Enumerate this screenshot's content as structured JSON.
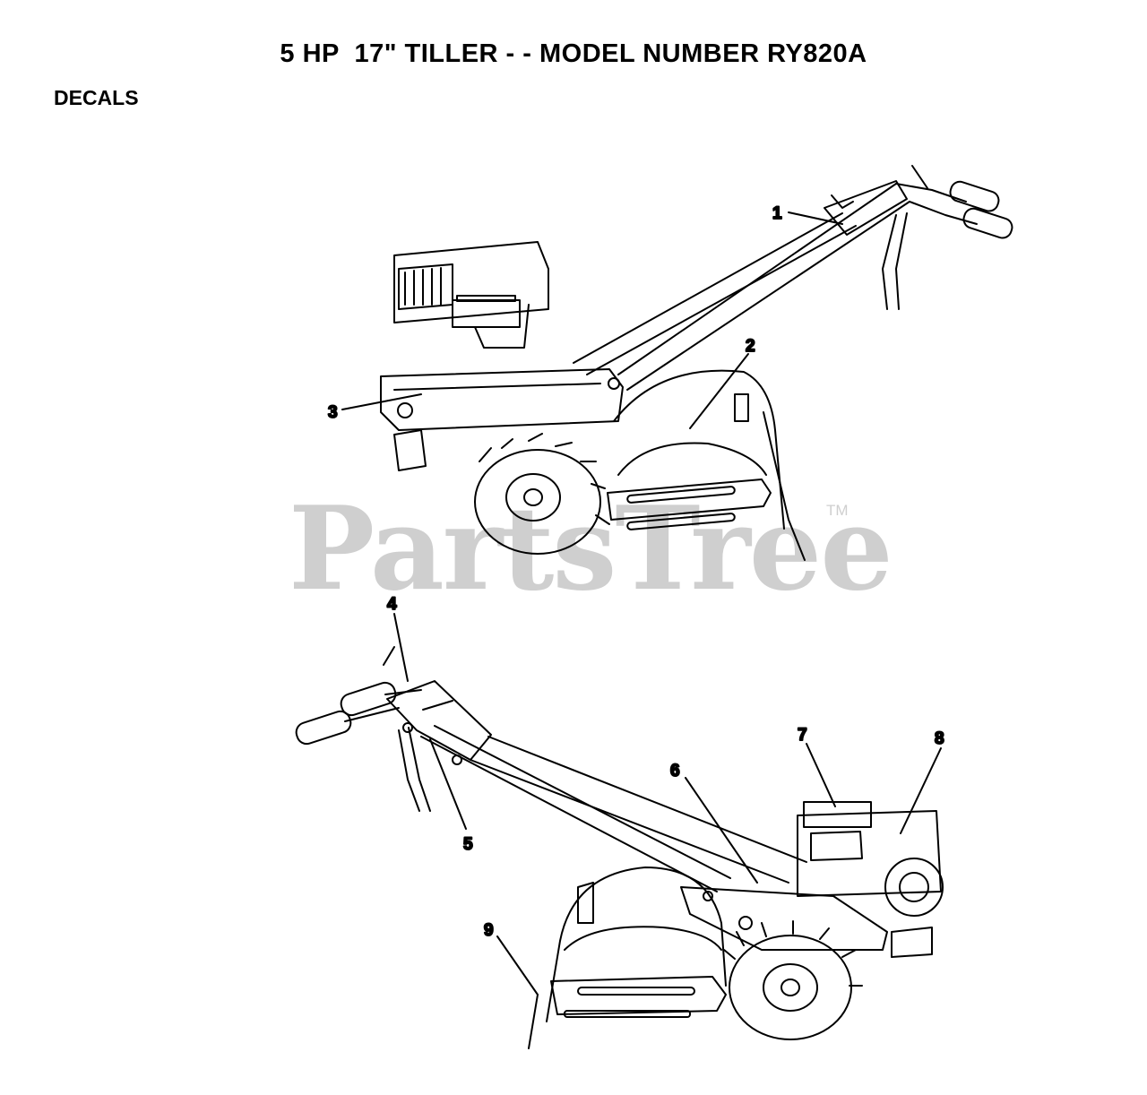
{
  "title": "5 HP  17\" TILLER - - MODEL NUMBER RY820A",
  "section": "DECALS",
  "watermark": {
    "text": "PartsTree",
    "tm": "TM"
  },
  "callouts": [
    "1",
    "2",
    "3",
    "4",
    "5",
    "6",
    "7",
    "8",
    "9"
  ]
}
